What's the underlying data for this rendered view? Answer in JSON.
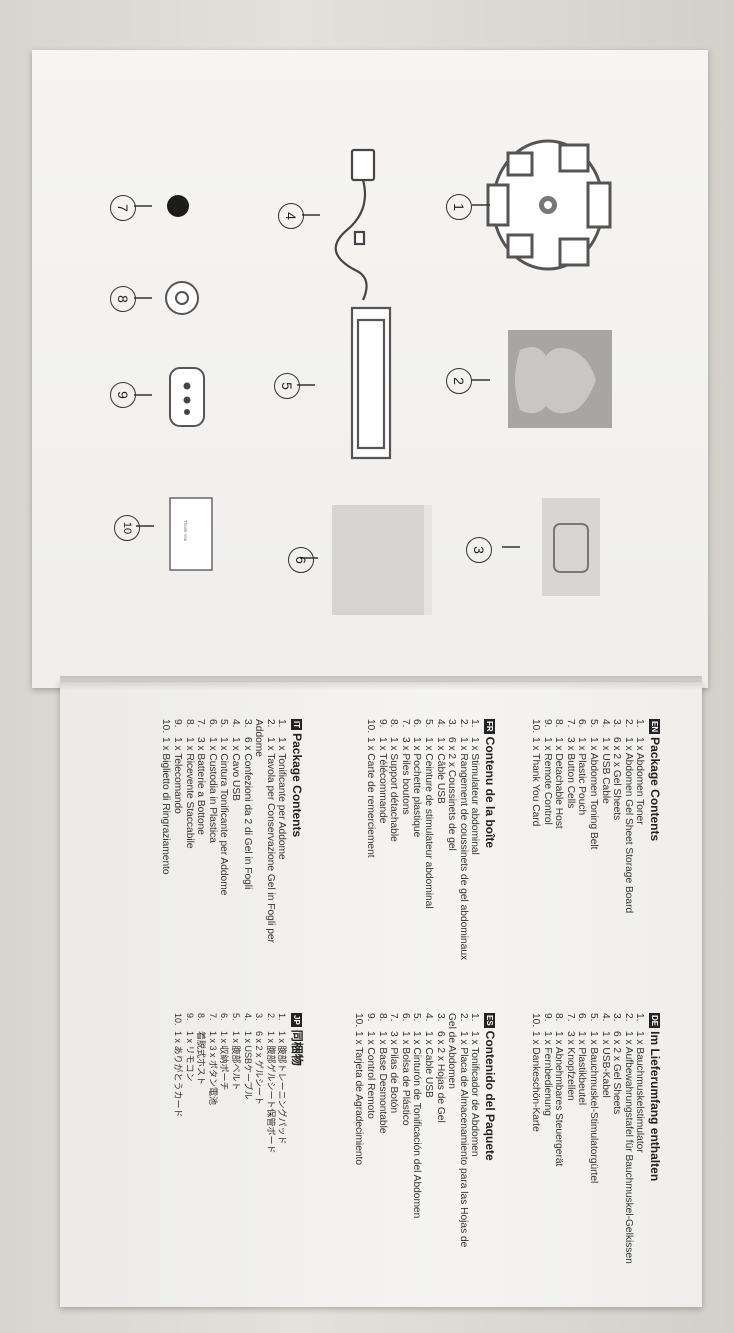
{
  "illustration": {
    "callouts": [
      "1",
      "2",
      "3",
      "4",
      "5",
      "6",
      "7",
      "8",
      "9",
      "10"
    ],
    "items": {
      "abdomen_toner": "abdomen-toner-icon",
      "gel_storage_board": "gel-storage-board-icon",
      "gel_sheet": "gel-sheet-icon",
      "usb_cable": "usb-cable-icon",
      "toning_belt": "toning-belt-icon",
      "plastic_pouch": "plastic-pouch-icon",
      "button_cell": "button-cell-icon",
      "detachable_host": "detachable-host-icon",
      "remote_control": "remote-control-icon",
      "thank_you_card": "thank-you-card-icon"
    },
    "card_text": "Thank You"
  },
  "sections": {
    "en": {
      "code": "EN",
      "title": "Package Contents",
      "items": [
        "1 x Abdomen Toner",
        "1 x Abdomen Gel Sheet Storage Board",
        "6 x 2 x Gel Sheets",
        "1 x USB Cable",
        "1 x Abdomen Toning Belt",
        "1 x Plastic Pouch",
        "3 x Button Cells",
        "1 x Detachable Host",
        "1 x Remote Control",
        "1 x Thank You Card"
      ]
    },
    "fr": {
      "code": "FR",
      "title": "Contenu de la boîte",
      "items": [
        "1 x Stimulateur abdominal",
        "1 x Rangement de coussinets de gel abdominaux",
        "6 x 2 x Coussinets de gel",
        "1 x Câble USB",
        "1 x Ceinture de stimulateur abdominal",
        "1 x Pochette plastique",
        "3 x Piles boutons",
        "1 x Support détachable",
        "1 x Télécommande",
        "1 x Carte de remerciement"
      ]
    },
    "it": {
      "code": "IT",
      "title": "Package Contents",
      "items": [
        "1 x Tonificante per Addome",
        "1 x Tavola per Conservazione Gel in Fogli per Addome",
        "6 x Confezioni da 2 di Gel in Fogli",
        "1 x Cavo USB",
        "1 x Cintura Tonificante per Addome",
        "1 x Custodia in Plastica",
        "3 x Batterie a Bottone",
        "1 x Ricevente Staccabile",
        "1 x Telecomando",
        "1 x Biglietto di Ringraziamento"
      ]
    },
    "de": {
      "code": "DE",
      "title": "Im Lieferumfang enthalten",
      "items": [
        "1 x Bauchmuskelstimulator",
        "1 x Aufbewahrungstafel für Bauchmuskel-Gelkissen",
        "6 x 2 x Gel Sheets",
        "1 x USB-Kabel",
        "1 x Bauchmuskel-Stimulatorgürtel",
        "1 x Plastikbeutel",
        "3 x Knopfzellen",
        "1 x Abnehmbares Steuergerät",
        "1 x Fernbedienung",
        "1 x Dankeschön-Karte"
      ]
    },
    "es": {
      "code": "ES",
      "title": "Contenido del Paquete",
      "items": [
        "1 x Tonificador de Abdomen",
        "1 x Placa de Almacenamiento para las Hojas de Gel de Abdomen",
        "6 x 2 x Hojas de Gel",
        "1 x Cable USB",
        "1 x Cinturón de Tonificación del Abdomen",
        "1 x Bolsa de Plástico",
        "3 x Pilas de Botón",
        "1 x Base Desmontable",
        "1 x Control Remoto",
        "1 x Tarjeta de Agradecimiento"
      ]
    },
    "jp": {
      "code": "JP",
      "title": "同梱物",
      "items": [
        "1 x 腹部トレーニングパッド",
        "1 x 腹部ゲルシート保管ボード",
        "6 x 2 x ゲルシート",
        "1 x USBケーブル",
        "1 x 腹部ベルト",
        "1 x 収納ポーチ",
        "1 x 3 x ボタン電池",
        "着脱式ホスト",
        "1 x リモコン",
        "1 x ありがとうカード"
      ]
    }
  },
  "colors": {
    "badge": "#222222",
    "gel_gray": "#a8a6a3",
    "ink": "#333333"
  }
}
